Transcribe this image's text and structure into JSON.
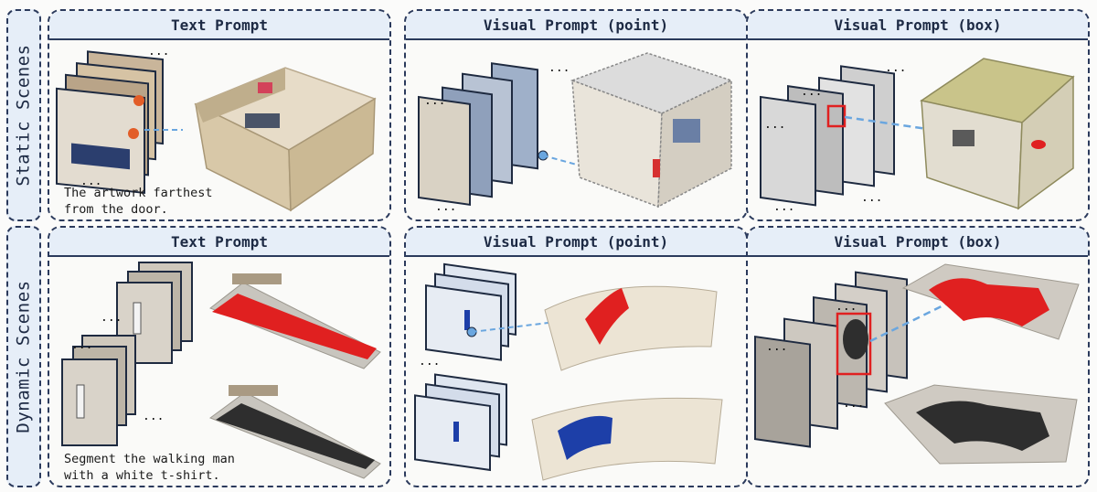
{
  "rows": {
    "static_label": "Static Scenes",
    "dynamic_label": "Dynamic Scenes"
  },
  "panels": {
    "static_text": {
      "title": "Text Prompt",
      "caption": [
        "The artwork farthest",
        "from the door."
      ]
    },
    "static_point": {
      "title": "Visual Prompt (point)"
    },
    "static_box": {
      "title": "Visual Prompt (box)"
    },
    "dynamic_text": {
      "title": "Text Prompt",
      "caption": [
        "Segment the walking man",
        "with a white t-shirt."
      ]
    },
    "dynamic_point": {
      "title": "Visual Prompt (point)"
    },
    "dynamic_box": {
      "title": "Visual Prompt (box)"
    }
  },
  "ellipsis": "...",
  "colors": {
    "border": "#2b3a5c",
    "header_fill": "#e6eef8",
    "highlight": "#e02020",
    "link": "#6aa6df",
    "frame": "#1e2a40",
    "agent_dark": "#2e2e2e"
  }
}
